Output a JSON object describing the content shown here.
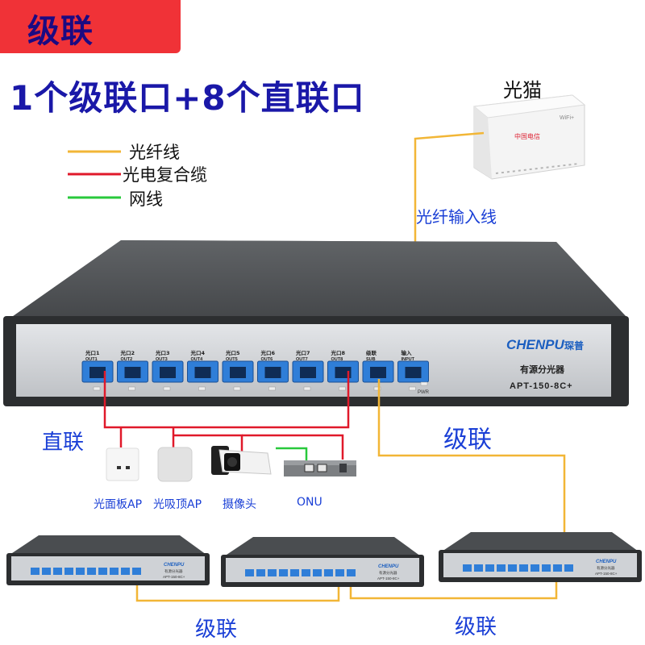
{
  "banner": {
    "label": "级联",
    "bg": "#f03237",
    "fg": "#1b0a82"
  },
  "headline": "1个级联口+8个直联口",
  "legend": [
    {
      "label": "光纤线",
      "color": "#f2b636"
    },
    {
      "label": "光电复合缆",
      "color": "#e0192a"
    },
    {
      "label": "网线",
      "color": "#28c93c"
    }
  ],
  "modem": {
    "label": "光猫",
    "brand": "中国电信",
    "badge": "WiFi+"
  },
  "fiber_input_label": "光纤输入线",
  "main_device": {
    "brand_logo": "CHENPU",
    "brand_cn": "琛普",
    "product_name": "有源分光器",
    "model": "APT-150-8C+",
    "pwr": "PWR",
    "ports": [
      {
        "cn": "光口1",
        "en": "OUT1"
      },
      {
        "cn": "光口2",
        "en": "OUT2"
      },
      {
        "cn": "光口3",
        "en": "OUT3"
      },
      {
        "cn": "光口4",
        "en": "OUT4"
      },
      {
        "cn": "光口5",
        "en": "OUT5"
      },
      {
        "cn": "光口6",
        "en": "OUT6"
      },
      {
        "cn": "光口7",
        "en": "OUT7"
      },
      {
        "cn": "光口8",
        "en": "OUT8"
      },
      {
        "cn": "级联",
        "en": "SUB"
      },
      {
        "cn": "输入",
        "en": "INPUT"
      }
    ]
  },
  "direct_label": "直联",
  "cascade_label_main": "级联",
  "endpoints": [
    {
      "label": "光面板AP",
      "icon": "panel-ap-icon"
    },
    {
      "label": "光吸顶AP",
      "icon": "ceiling-ap-icon"
    },
    {
      "label": "摄像头",
      "icon": "camera-icon"
    },
    {
      "label": "ONU",
      "icon": "onu-icon"
    }
  ],
  "small_device_text": {
    "product_name": "有源分光器",
    "model": "APT-150-8C+"
  },
  "cascade_labels_bottom": [
    "级联",
    "级联"
  ]
}
